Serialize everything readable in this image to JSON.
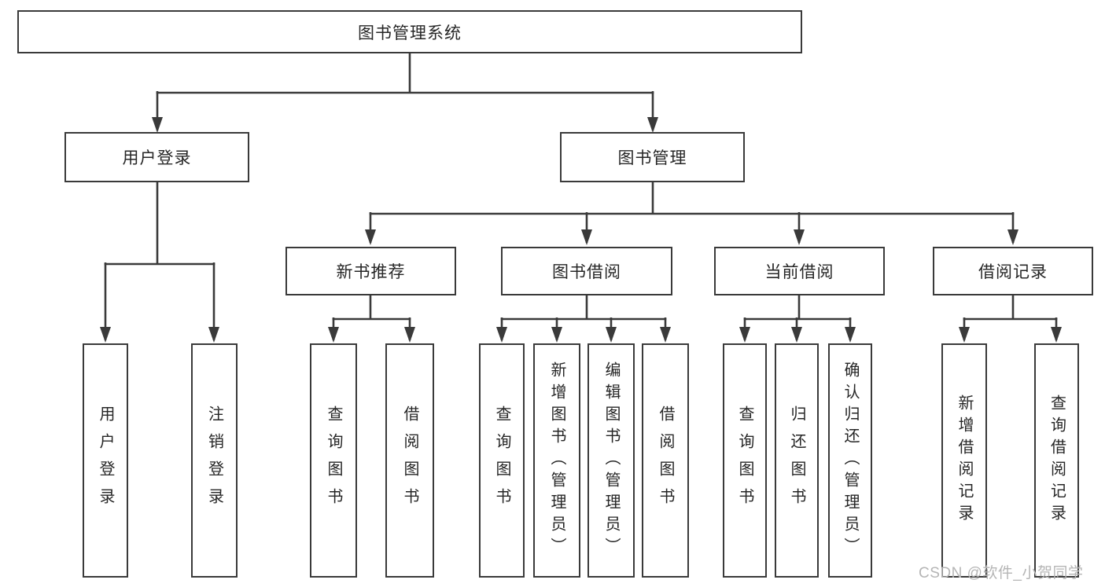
{
  "tree": {
    "root": {
      "label": "图书管理系统"
    },
    "branches": [
      {
        "label": "用户登录",
        "children": [
          {
            "label": "用户登录"
          },
          {
            "label": "注销登录"
          }
        ]
      },
      {
        "label": "图书管理",
        "children": [
          {
            "label": "新书推荐",
            "children": [
              {
                "label": "查询图书"
              },
              {
                "label": "借阅图书"
              }
            ]
          },
          {
            "label": "图书借阅",
            "children": [
              {
                "label": "查询图书"
              },
              {
                "label": "新增图书（管理员）"
              },
              {
                "label": "编辑图书（管理员）"
              },
              {
                "label": "借阅图书"
              }
            ]
          },
          {
            "label": "当前借阅",
            "children": [
              {
                "label": "查询图书"
              },
              {
                "label": "归还图书"
              },
              {
                "label": "确认归还（管理员）"
              }
            ]
          },
          {
            "label": "借阅记录",
            "children": [
              {
                "label": "新增借阅记录"
              },
              {
                "label": "查询借阅记录"
              }
            ]
          }
        ]
      }
    ]
  },
  "watermark": {
    "text": "CSDN @软件_小贺同学"
  },
  "colors": {
    "line": "#3a3a3a",
    "box_border": "#3a3a3a",
    "box_background": "#ffffff",
    "text": "#262626",
    "watermark": "#b5b5b5",
    "page_background": "#ffffff"
  }
}
